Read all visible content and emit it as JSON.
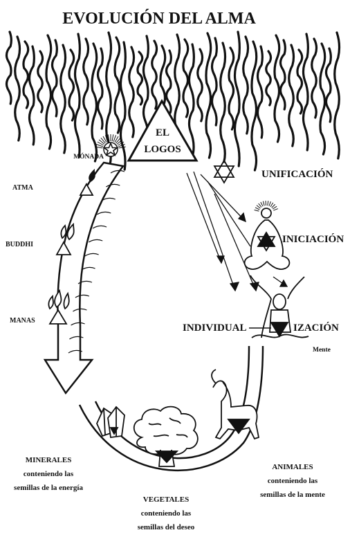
{
  "title": "EVOLUCIÓN DEL ALMA",
  "apex": {
    "line1": "EL",
    "line2": "LOGOS"
  },
  "monada": "MÓNADA",
  "left_stages": [
    "ATMA",
    "BUDDHI",
    "MANAS"
  ],
  "right_stages": {
    "unificacion": "UNIFICACIÓN",
    "iniciacion": "INICIACIÓN",
    "individual_left": "INDIVIDUAL",
    "individual_right": "IZACIÓN",
    "mente": "Mente"
  },
  "kingdoms": {
    "minerales": {
      "name": "MINERALES",
      "line1": "conteniendo las",
      "line2": "semillas de la energía"
    },
    "vegetales": {
      "name": "VEGETALES",
      "line1": "conteniendo las",
      "line2": "semillas del deseo"
    },
    "animales": {
      "name": "ANIMALES",
      "line1": "conteniendo las",
      "line2": "semillas de la mente"
    }
  },
  "colors": {
    "ink": "#111111",
    "background": "#ffffff"
  }
}
